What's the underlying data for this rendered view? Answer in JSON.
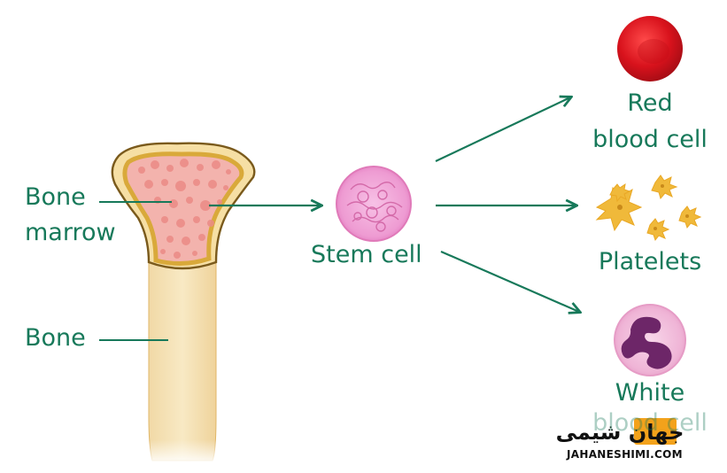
{
  "labels": {
    "bone_marrow_line1": "Bone",
    "bone_marrow_line2": "marrow",
    "bone": "Bone",
    "stem_cell": "Stem cell",
    "red_blood_cell_line1": "Red",
    "red_blood_cell_line2": "blood cell",
    "platelets": "Platelets",
    "white_blood_cell_line1": "White",
    "white_blood_cell_line2": "blood cell"
  },
  "watermark": {
    "logo_text": "جهان شیمی",
    "url": "JAHANESHIMI.COM"
  },
  "colors": {
    "label_green": "#17795a",
    "arrow_green": "#17795a",
    "bone_shaft": "#f6e3b6",
    "bone_outline": "#d9a93a",
    "marrow_pink": "#f3b3ad",
    "red_cell": "#d8121c",
    "platelet_yellow": "#f0b93a",
    "stem_cell_pink": "#e886c7",
    "white_cell_purple": "#6d2668"
  }
}
